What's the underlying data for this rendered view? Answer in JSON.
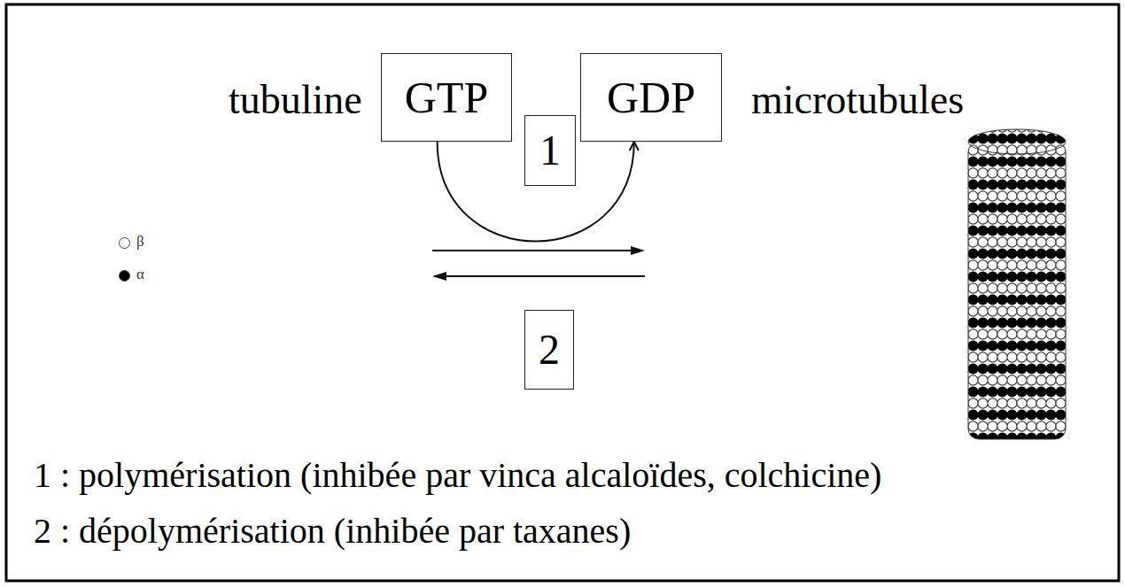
{
  "diagram": {
    "nodes": [
      {
        "text": [
          "GTP"
        ]
      },
      {
        "text": [
          "GDP"
        ]
      },
      {
        "text": [
          "1"
        ]
      },
      {
        "text": [
          "2"
        ]
      }
    ],
    "edges": [
      {
        "from": 0,
        "to": 1,
        "arrow": "to"
      }
    ],
    "labels": [
      "tubuline",
      "microtubules",
      "1 : polymérisation (inhibée par vinca alcaloïdes, colchicine)",
      "2 : dépolymérisation (inhibée par taxanes)"
    ],
    "legend": [
      {
        "text": "β",
        "color": "#ffffff"
      },
      {
        "text": "α",
        "color": "#000000"
      }
    ]
  }
}
